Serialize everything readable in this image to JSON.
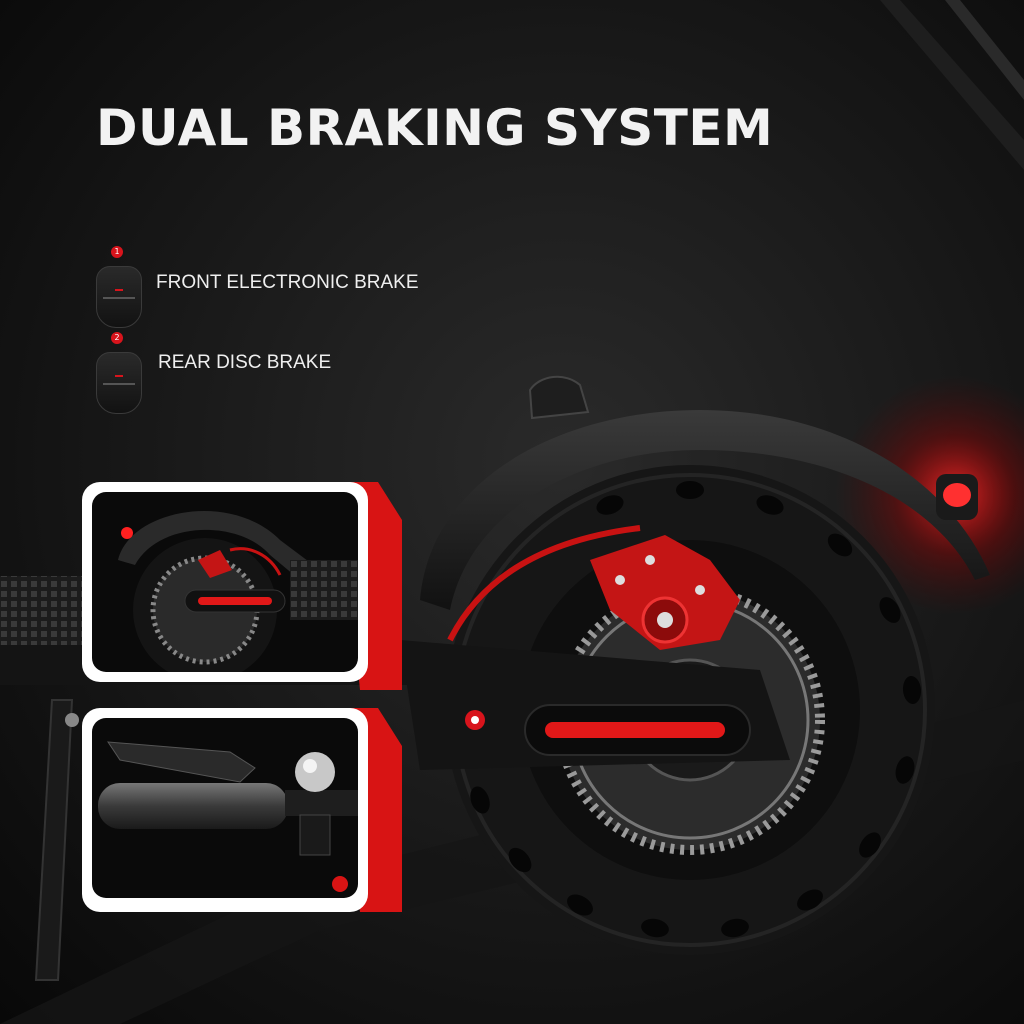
{
  "title": "DUAL BRAKING SYSTEM",
  "legend": [
    {
      "badge": "1",
      "label": "FRONT ELECTRONIC BRAKE"
    },
    {
      "badge": "2",
      "label": "REAR DISC BRAKE"
    }
  ],
  "colors": {
    "accent": "#d8141c",
    "background": "#0b0b0b",
    "text": "#f2f2f2"
  },
  "icons": [
    "brake-remote-icon",
    "rear-reflector-icon"
  ]
}
